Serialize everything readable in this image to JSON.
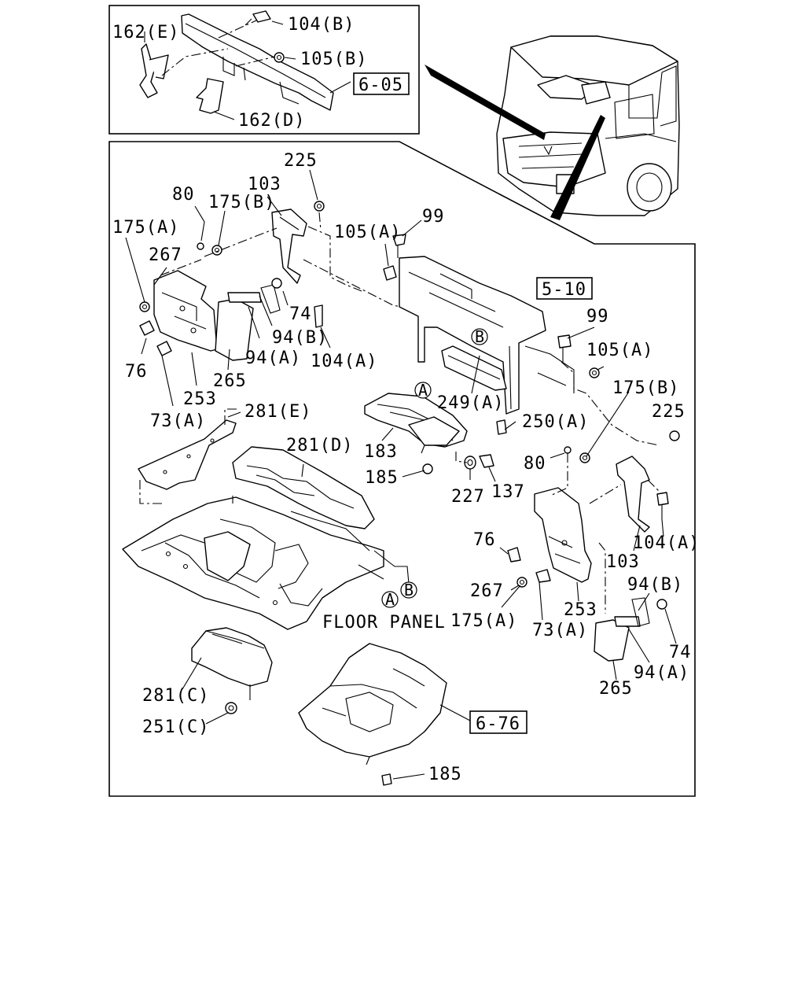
{
  "inset_labels": {
    "l162E": "162(E)",
    "l104B": "104(B)",
    "l105B": "105(B)",
    "ref605": "6-05",
    "l162D": "162(D)"
  },
  "labels": {
    "l225a": "225",
    "l103a": "103",
    "l80a": "80",
    "l175Ba": "175(B)",
    "l175Aa": "175(A)",
    "l267a": "267",
    "l105Aa": "105(A)",
    "l99a": "99",
    "ref510": "5-10",
    "l74a": "74",
    "l94Ba": "94(B)",
    "l94Aa": "94(A)",
    "l104Aa": "104(A)",
    "l76a": "76",
    "l265a": "265",
    "l253a": "253",
    "l73Aa": "73(A)",
    "l99b": "99",
    "l105Ab": "105(A)",
    "circleB1": "B",
    "circleA1": "A",
    "l249A": "249(A)",
    "l175Bb": "175(B)",
    "l225b": "225",
    "l281E": "281(E)",
    "l250A": "250(A)",
    "l281D": "281(D)",
    "l183": "183",
    "l80b": "80",
    "l185a": "185",
    "l227": "227",
    "l137": "137",
    "l76b": "76",
    "l104Ab": "104(A)",
    "l103b": "103",
    "l267b": "267",
    "l175Ab": "175(A)",
    "l73Ab": "73(A)",
    "l253b": "253",
    "l94Bb": "94(B)",
    "l74b": "74",
    "l94Ab": "94(A)",
    "l265b": "265",
    "circleA2": "A",
    "circleB2": "B",
    "floor_panel": "FLOOR PANEL",
    "l281C": "281(C)",
    "l251C": "251(C)",
    "ref676": "6-76",
    "l185b": "185"
  }
}
